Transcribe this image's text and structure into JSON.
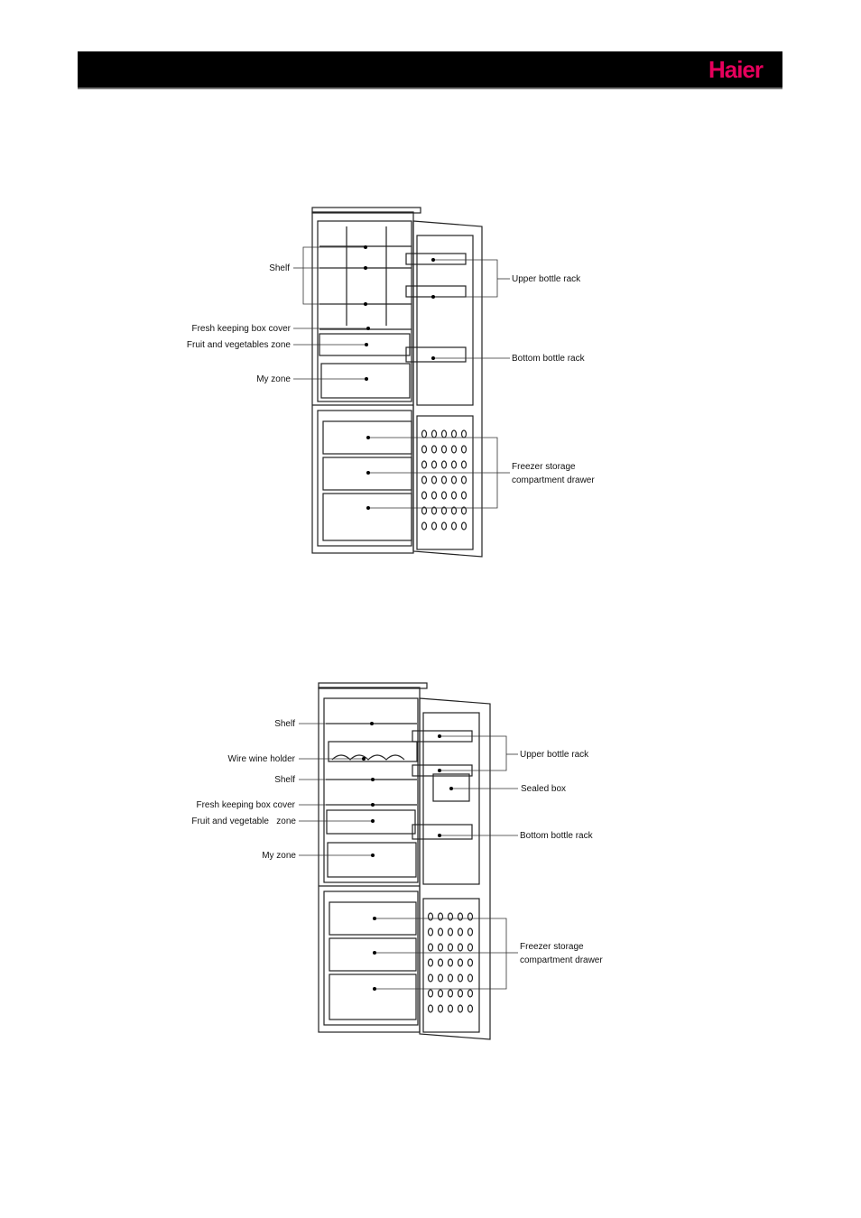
{
  "header": {
    "brand": "Haier",
    "brand_color": "#e6005c"
  },
  "diagrams": [
    {
      "labels": {
        "shelf": "Shelf",
        "fresh_cover": "Fresh keeping box cover",
        "fruit_zone": "Fruit and vegetables zone",
        "my_zone": "My zone",
        "upper_rack": "Upper bottle rack",
        "bottom_rack": "Bottom bottle rack",
        "freezer_1": "Freezer storage",
        "freezer_2": "compartment drawer"
      }
    },
    {
      "labels": {
        "shelf_top": "Shelf",
        "wine_holder": "Wire wine holder",
        "shelf_mid": "Shelf",
        "fresh_cover": "Fresh keeping box cover",
        "fruit_zone": "Fruit and vegetable   zone",
        "my_zone": "My zone",
        "upper_rack": "Upper bottle rack",
        "sealed_box": "Sealed box",
        "bottom_rack": "Bottom bottle rack",
        "freezer_1": "Freezer storage",
        "freezer_2": "compartment drawer"
      }
    }
  ]
}
